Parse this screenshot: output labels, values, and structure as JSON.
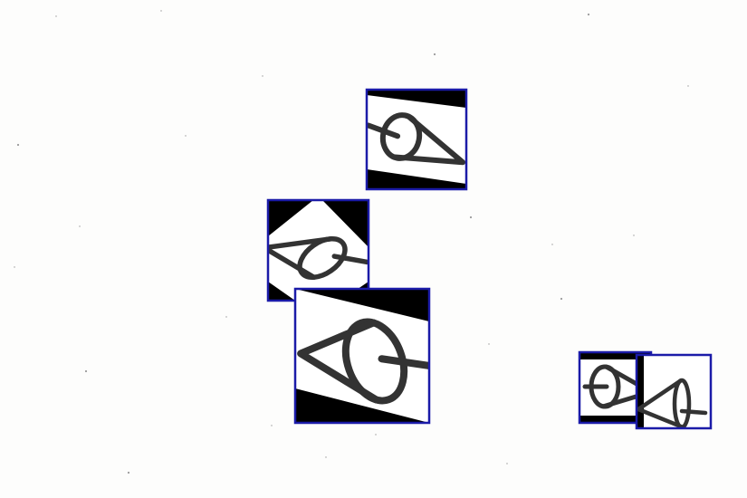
{
  "canvas": {
    "background": "#fdfdfc"
  },
  "colors": {
    "box_outline": "#1b1ba8",
    "glyph_stroke": "#333333",
    "wedge_fill": "#000000",
    "crop_fill": "#ffffff"
  },
  "detections": [
    {
      "name": "detection-box-1",
      "symbol": "cone-with-ellipse-icon",
      "rotation_deg": 10,
      "thickness": 6
    },
    {
      "name": "detection-box-2",
      "symbol": "cone-with-ellipse-icon",
      "rotation_deg": -35,
      "thickness": 5.5
    },
    {
      "name": "detection-box-3",
      "symbol": "cone-with-ellipse-icon",
      "rotation_deg": -20,
      "thickness": 8
    },
    {
      "name": "detection-box-4",
      "symbol": "cone-with-ellipse-icon",
      "rotation_deg": 0,
      "thickness": 5
    },
    {
      "name": "detection-box-5",
      "symbol": "cone-with-ellipse-icon",
      "rotation_deg": -90,
      "thickness": 4.5
    }
  ]
}
